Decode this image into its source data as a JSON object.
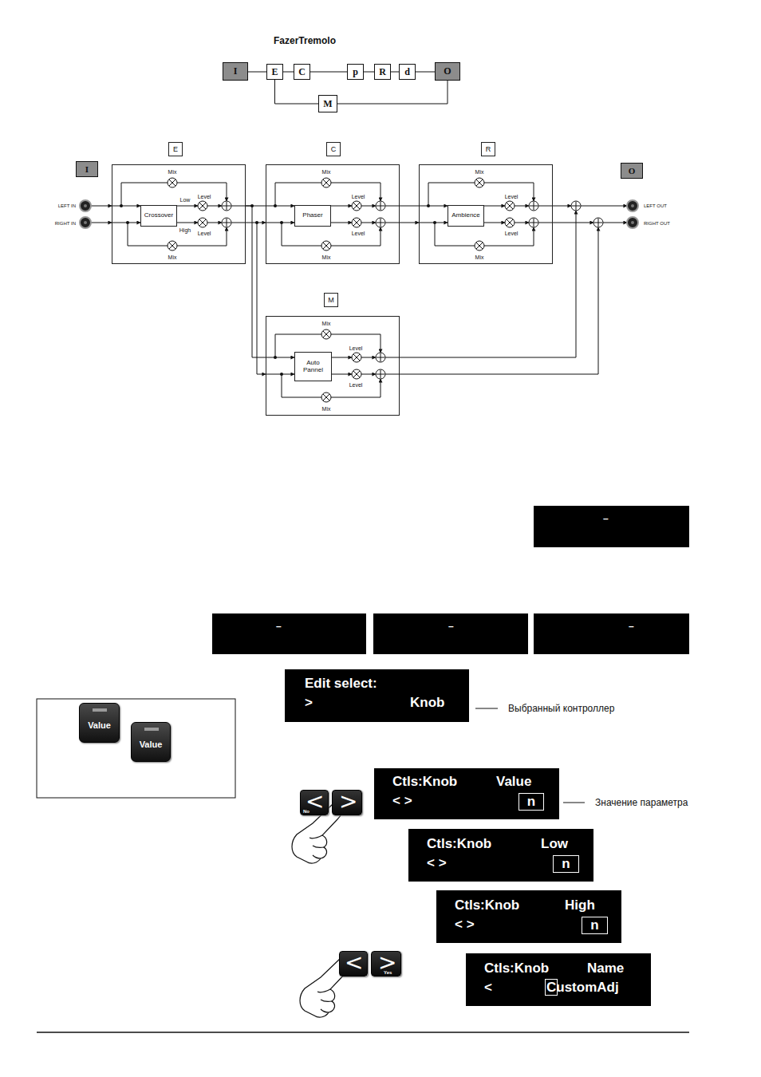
{
  "diagram": {
    "title": "FazerTremolo",
    "nodes": [
      {
        "text": [
          "I"
        ]
      },
      {
        "text": [
          "E"
        ]
      },
      {
        "text": [
          "C"
        ]
      },
      {
        "text": [
          "p"
        ]
      },
      {
        "text": [
          "R"
        ]
      },
      {
        "text": [
          "d"
        ]
      },
      {
        "text": [
          "O"
        ]
      },
      {
        "text": [
          "M"
        ]
      },
      {
        "text": [
          "I"
        ]
      },
      {
        "text": [
          "E"
        ]
      },
      {
        "text": [
          "Crossover"
        ],
        "in": 9
      },
      {
        "text": [
          "C"
        ]
      },
      {
        "text": [
          "Phaser"
        ],
        "in": 11
      },
      {
        "text": [
          "R"
        ]
      },
      {
        "text": [
          "Ambience"
        ],
        "in": 13
      },
      {
        "text": [
          "O"
        ]
      },
      {
        "text": [
          "M"
        ]
      },
      {
        "text": [
          "Auto Pannel"
        ],
        "in": 16
      },
      {
        "text": [
          "–"
        ]
      },
      {
        "text": [
          "–"
        ]
      },
      {
        "text": [
          "–"
        ]
      },
      {
        "text": [
          "–"
        ]
      },
      {
        "text": [
          "Edit select:",
          ">",
          "Knob"
        ]
      },
      {
        "text": [
          "Value"
        ]
      },
      {
        "text": [
          "Value"
        ]
      },
      {
        "text": [
          "Ctls:Knob",
          "Value",
          "< >",
          "n"
        ]
      },
      {
        "text": [
          "<",
          "No"
        ]
      },
      {
        "text": [
          ">"
        ]
      },
      {
        "text": [
          "Ctls:Knob",
          "Low",
          "< >",
          "n"
        ]
      },
      {
        "text": [
          "Ctls:Knob",
          "High",
          "< >",
          "n"
        ]
      },
      {
        "text": [
          "<"
        ]
      },
      {
        "text": [
          ">",
          "Yes"
        ]
      },
      {
        "text": [
          "Ctls:Knob",
          "Name",
          "<",
          "CustomAdj"
        ]
      }
    ],
    "edges": [
      {
        "from": 0,
        "to": 1,
        "arrow": "none"
      },
      {
        "from": 1,
        "to": 2,
        "arrow": "none"
      },
      {
        "from": 2,
        "to": 3,
        "arrow": "none"
      },
      {
        "from": 3,
        "to": 4,
        "arrow": "none"
      },
      {
        "from": 4,
        "to": 5,
        "arrow": "none"
      },
      {
        "from": 5,
        "to": 6,
        "arrow": "none"
      },
      {
        "from": 1,
        "to": 7,
        "arrow": "none"
      },
      {
        "from": 7,
        "to": 6,
        "arrow": "none"
      },
      {
        "from": 9,
        "to": 11,
        "arrow": "none"
      },
      {
        "from": 11,
        "to": 13,
        "arrow": "none"
      },
      {
        "from": 9,
        "to": 16,
        "arrow": "none"
      }
    ],
    "labels": [
      "LEFT IN",
      "RIGHT IN",
      "Mix",
      "Low",
      "Level",
      "High",
      "Level",
      "Mix",
      "Mix",
      "Level",
      "Level",
      "Mix",
      "Mix",
      "Level",
      "Level",
      "Mix",
      "LEFT OUT",
      "RIGHT OUT",
      "Mix",
      "Level",
      "Level",
      "Mix",
      "Выбранный контроллер",
      "Значение параметра"
    ]
  }
}
